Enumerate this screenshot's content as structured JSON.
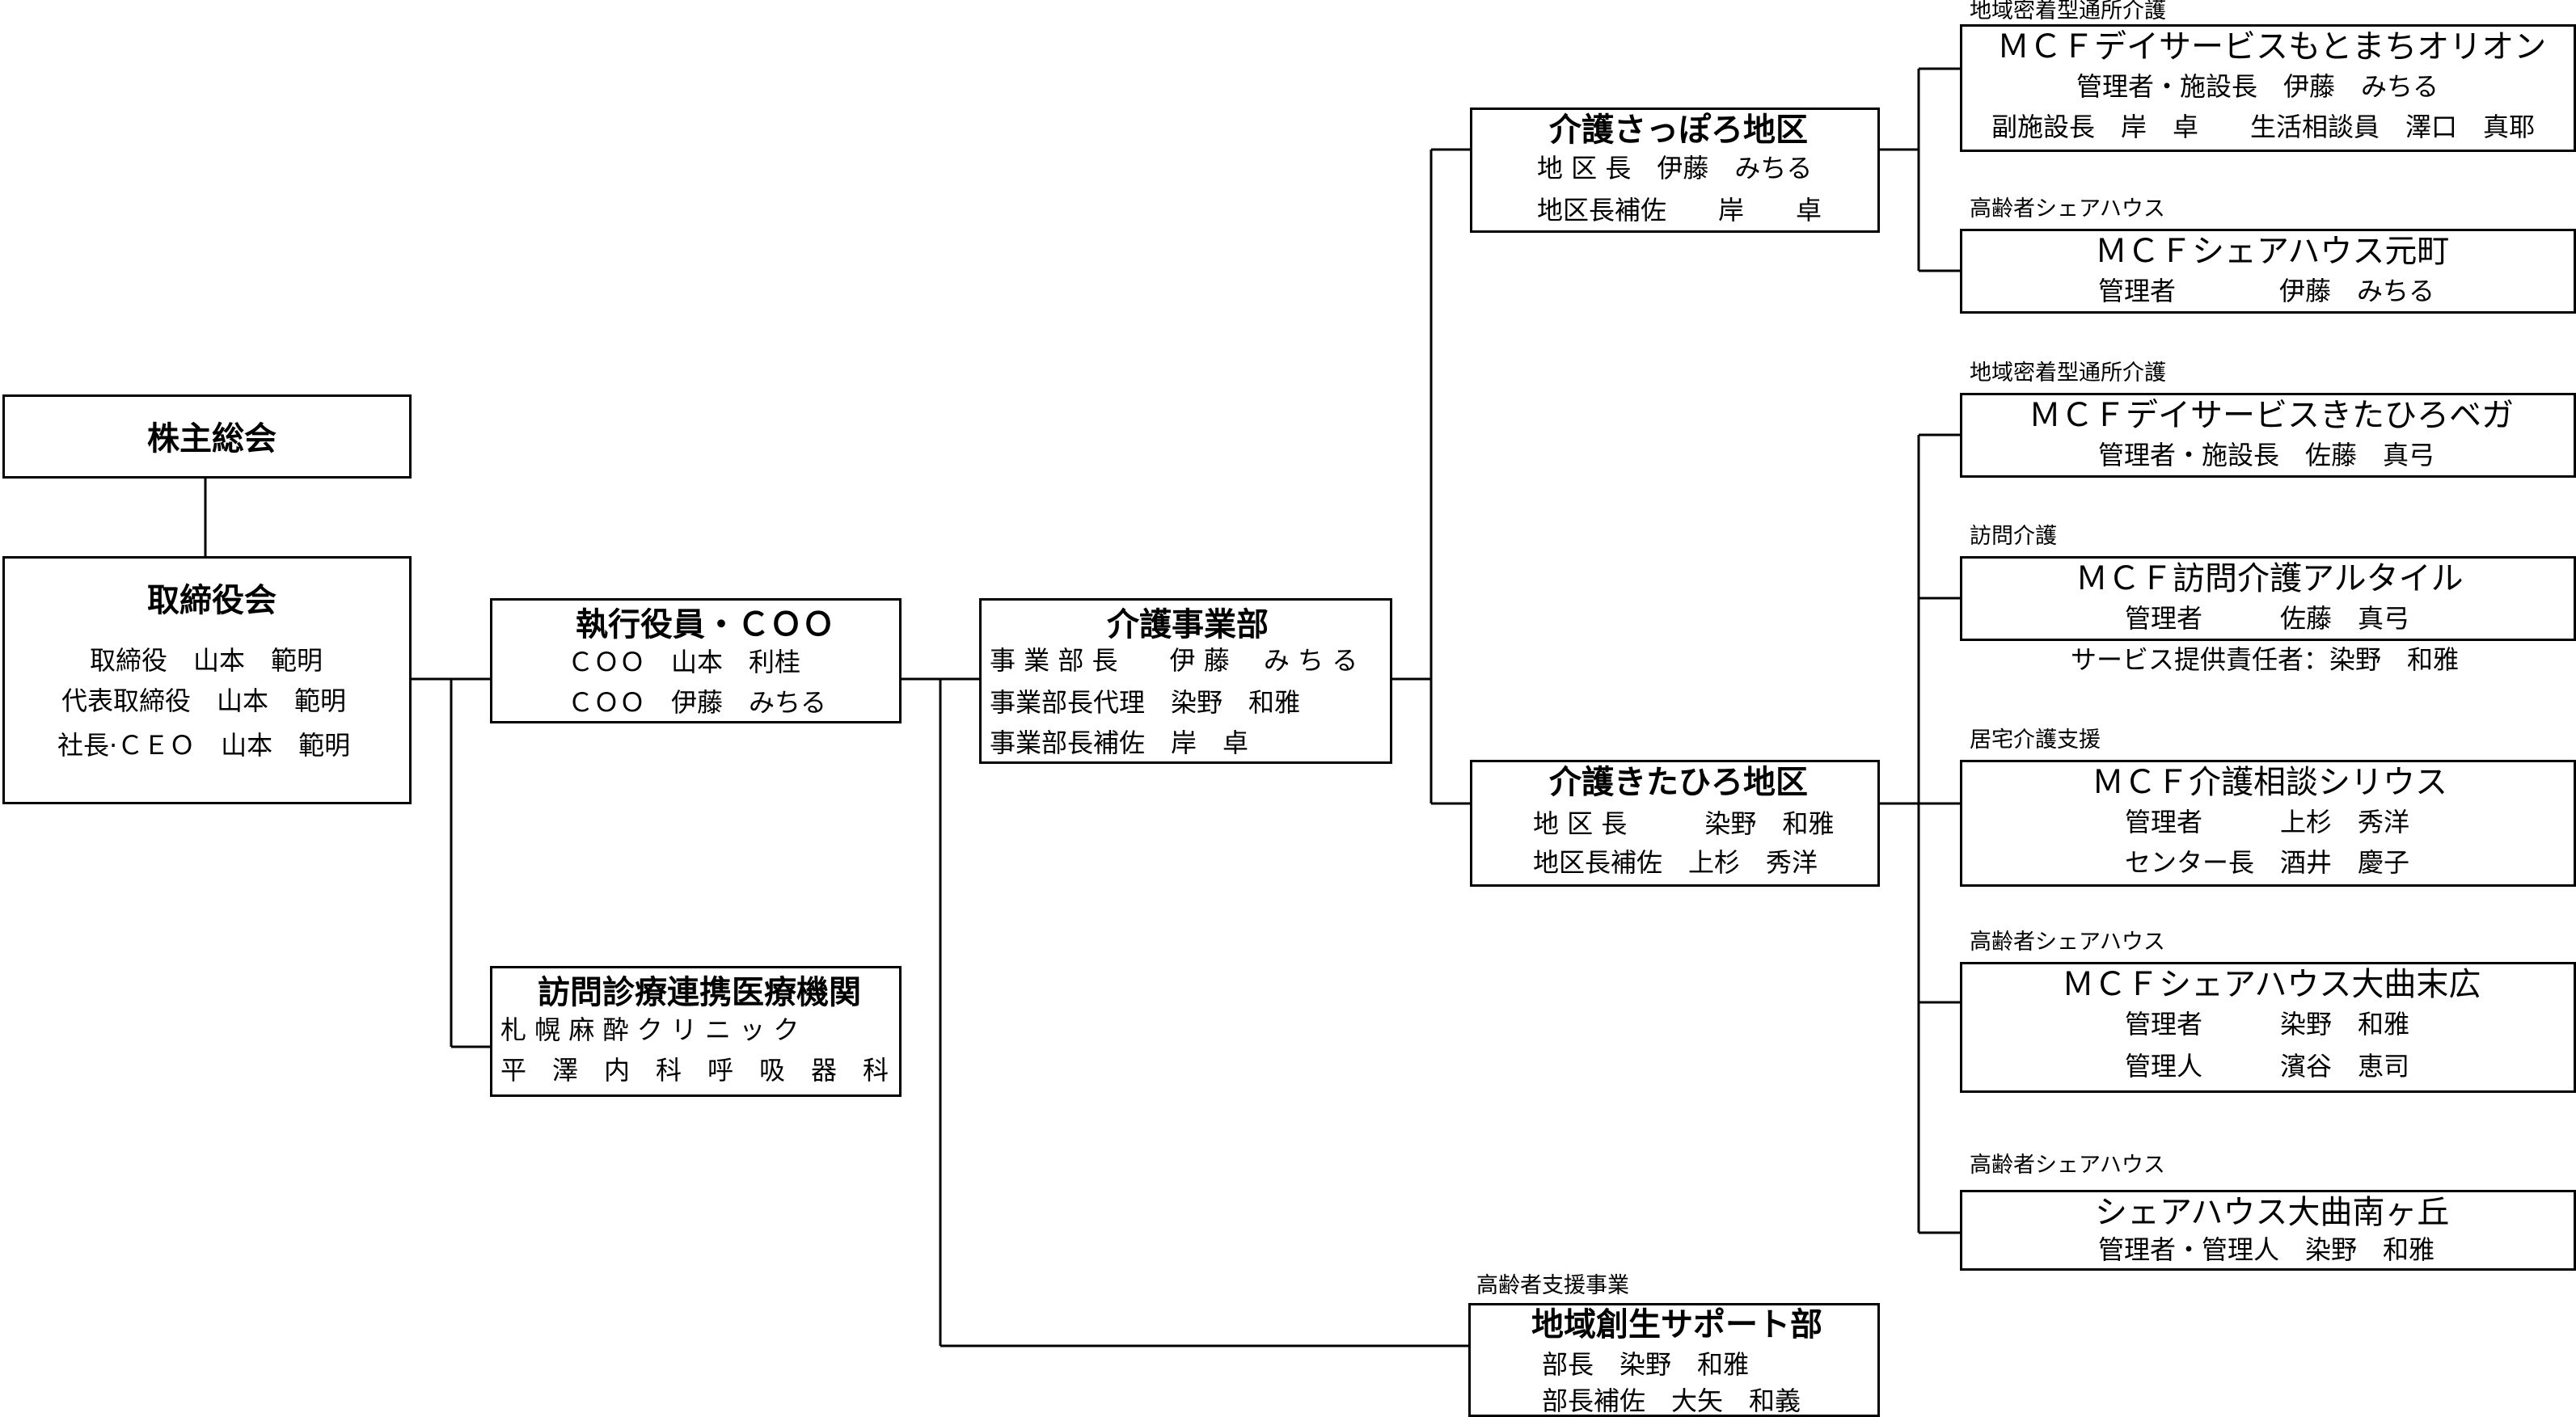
{
  "shareholders": {
    "title": "株主総会"
  },
  "board": {
    "title": "取締役会",
    "lines": [
      "取締役　山本　範明",
      "代表取締役　山本　範明",
      "社長·ＣＥＯ　山本　範明"
    ]
  },
  "exec": {
    "title": "執行役員・ＣＯＯ",
    "lines": [
      "ＣＯＯ　山本　利桂",
      "ＣＯＯ　伊藤　みちる"
    ]
  },
  "clinic": {
    "title": "訪問診療連携医療機関",
    "lines": [
      "札 幌 麻 酔 ク リ ニ ッ ク",
      "平　澤　内　科　呼　吸　器　科"
    ]
  },
  "care_dept": {
    "title": "介護事業部",
    "lines": [
      "事 業 部 長　　伊 藤　 み ち る",
      "事業部長代理　染野　和雅",
      "事業部長補佐　岸　卓"
    ]
  },
  "regional": {
    "caption": "高齢者支援事業",
    "title": "地域創生サポート部",
    "lines": [
      "部長　染野　和雅",
      "部長補佐　大矢　和義"
    ]
  },
  "sapporo": {
    "title": "介護さっぽろ地区",
    "lines": [
      "地 区 長　伊藤　みちる",
      "地区長補佐　　岸　　卓"
    ]
  },
  "kitahiro": {
    "title": "介護きたひろ地区",
    "lines": [
      "地 区 長　　　染野　和雅",
      "地区長補佐　上杉　秀洋"
    ]
  },
  "orion": {
    "caption": "地域密着型通所介護",
    "title": "ＭＣＦデイサービスもとまちオリオン",
    "lines": [
      "管理者・施設長　伊藤　みちる",
      "副施設長　岸　卓　　生活相談員　澤口　真耶"
    ]
  },
  "motomachi": {
    "caption": "高齢者シェアハウス",
    "title": "ＭＣＦシェアハウス元町",
    "lines": [
      "管理者　　　　伊藤　みちる"
    ]
  },
  "vega": {
    "caption": "地域密着型通所介護",
    "title": "ＭＣＦデイサービスきたひろベガ",
    "lines": [
      "管理者・施設長　佐藤　真弓"
    ]
  },
  "altair": {
    "caption": "訪問介護",
    "title": "ＭＣＦ訪問介護アルタイル",
    "lines": [
      "管理者　　　佐藤　真弓"
    ],
    "note": "サービス提供責任者：染野　和雅"
  },
  "sirius": {
    "caption": "居宅介護支援",
    "title": "ＭＣＦ介護相談シリウス",
    "lines": [
      "管理者　　　上杉　秀洋",
      "センター長　酒井　慶子"
    ]
  },
  "omagari": {
    "caption": "高齢者シェアハウス",
    "title": "ＭＣＦシェアハウス大曲末広",
    "lines": [
      "管理者　　　染野　和雅",
      "管理人　　　濱谷　恵司"
    ]
  },
  "minami": {
    "caption": "高齢者シェアハウス",
    "title": "シェアハウス大曲南ヶ丘",
    "lines": [
      "管理者・管理人　染野　和雅"
    ]
  }
}
